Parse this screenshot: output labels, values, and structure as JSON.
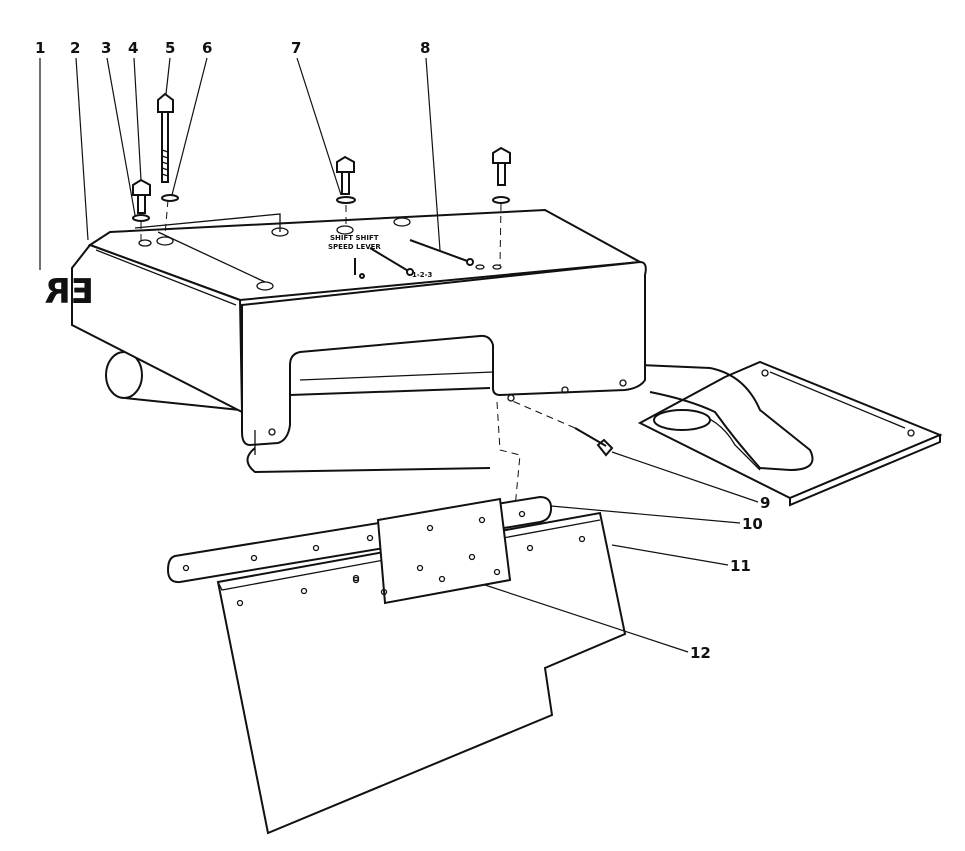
{
  "diagram": {
    "callouts": [
      "1",
      "2",
      "3",
      "4",
      "5",
      "6",
      "7",
      "8",
      "9",
      "10",
      "11",
      "12"
    ],
    "decal_text": "ER",
    "stencil_text": {
      "line1": "SHIFT SHIFT",
      "line2": "SPEED LEVER",
      "line3": "1-2-3"
    }
  }
}
